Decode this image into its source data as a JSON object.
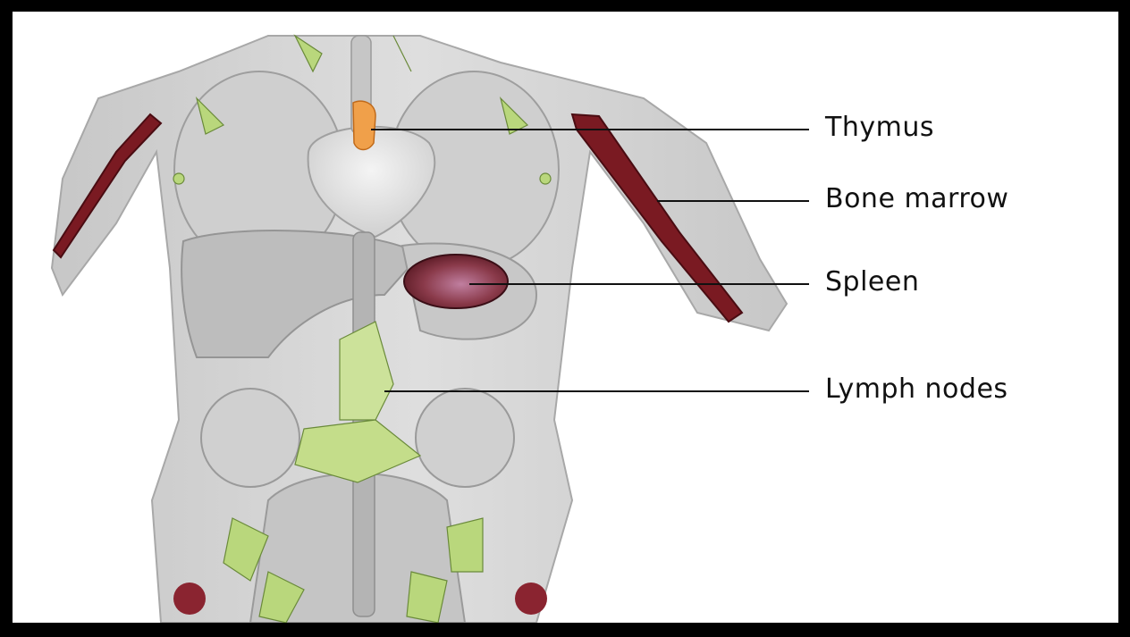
{
  "diagram": {
    "labels": [
      {
        "id": "thymus",
        "text": "Thymus"
      },
      {
        "id": "bone-marrow",
        "text": "Bone marrow"
      },
      {
        "id": "spleen",
        "text": "Spleen"
      },
      {
        "id": "lymph-nodes",
        "text": "Lymph nodes"
      }
    ],
    "colors": {
      "frame": "#000000",
      "body": "#d6d6d6",
      "organ_gray": "#bdbdbd",
      "thymus": "#f0a04a",
      "marrow": "#7a1a22",
      "spleen": "#7a2d3a",
      "lymph": "#b9d77c",
      "leader_line": "#111111"
    }
  }
}
